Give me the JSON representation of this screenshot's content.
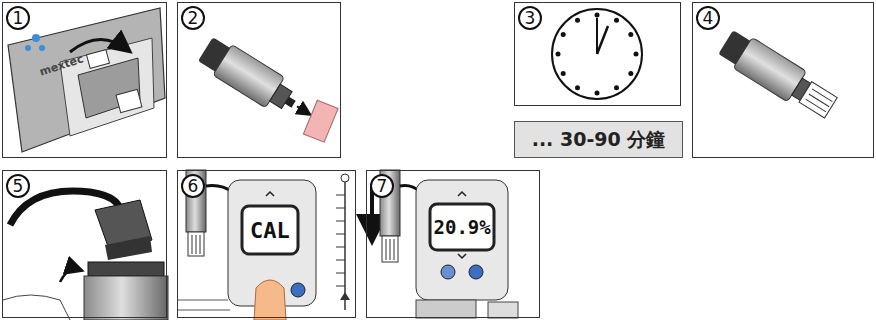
{
  "diagram": {
    "nodes": [
      {
        "text": [
          "1"
        ]
      },
      {
        "text": [
          "2"
        ]
      },
      {
        "text": [
          "3"
        ]
      },
      {
        "text": [
          "... 30-90 分鐘"
        ]
      },
      {
        "text": [
          "4"
        ]
      },
      {
        "text": [
          "5"
        ]
      },
      {
        "text": [
          "6"
        ]
      },
      {
        "text": [
          "7"
        ]
      }
    ],
    "labels": [
      "mextec",
      "CAL",
      "20.9%"
    ]
  }
}
